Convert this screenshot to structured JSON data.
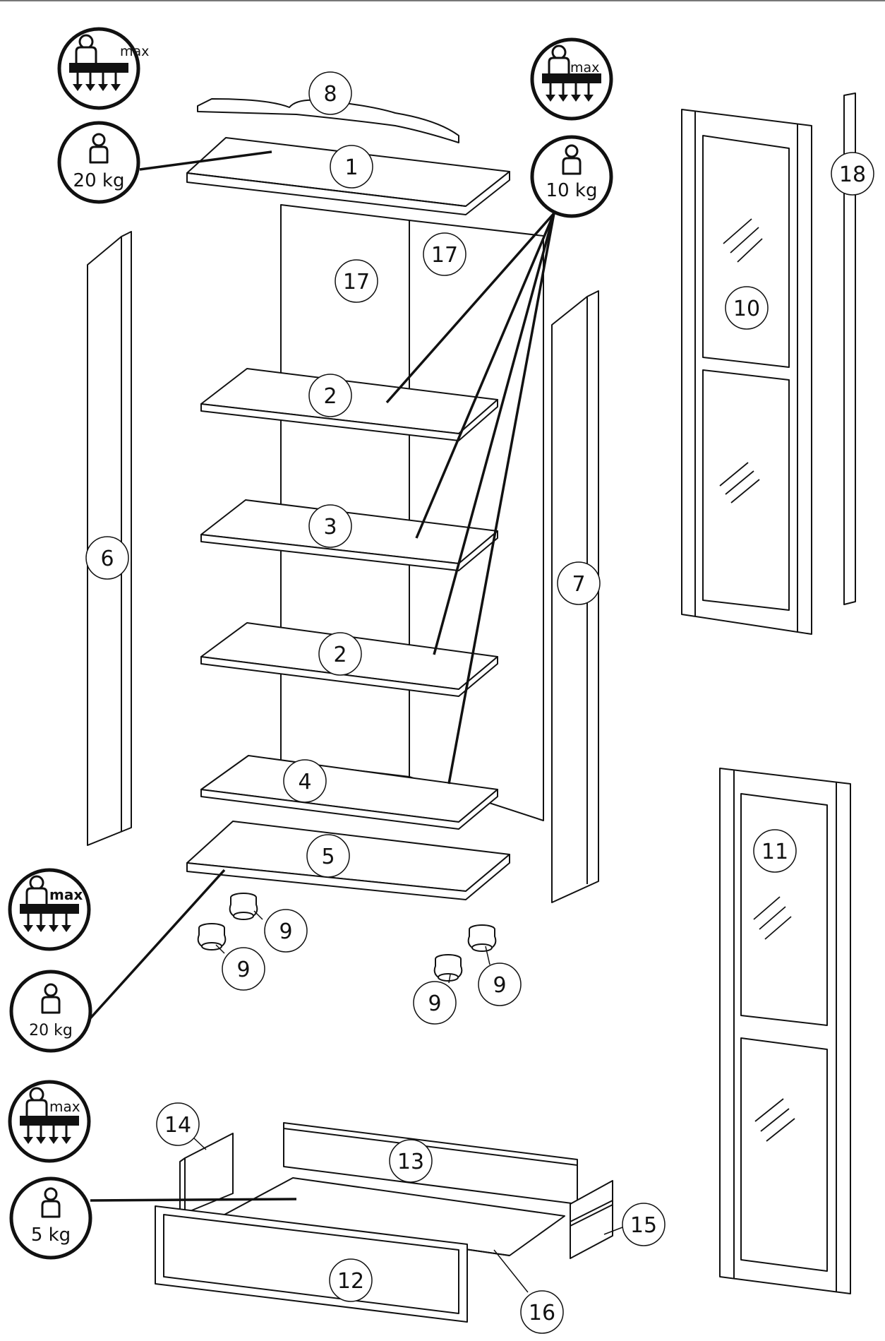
{
  "labels": {
    "p1": "1",
    "p2a": "2",
    "p2b": "2",
    "p3": "3",
    "p4": "4",
    "p5": "5",
    "p6": "6",
    "p7": "7",
    "p8": "8",
    "p9a": "9",
    "p9b": "9",
    "p9c": "9",
    "p9d": "9",
    "p10": "10",
    "p11": "11",
    "p12": "12",
    "p13": "13",
    "p14": "14",
    "p15": "15",
    "p16": "16",
    "p17a": "17",
    "p17b": "17",
    "p18": "18"
  },
  "load_badges": {
    "max_label": "max",
    "top": "20 kg",
    "shelves": "10 kg",
    "bottom": "20 kg",
    "drawer": "5 kg"
  },
  "colors": {
    "line": "#111111",
    "panel": "#ffffff",
    "glass": "#ffffff"
  }
}
